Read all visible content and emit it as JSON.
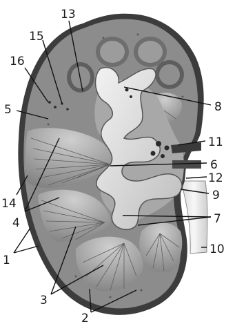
{
  "diagram": {
    "colors": {
      "capsule": "#3a3a3a",
      "cortex": "#8a8a8a",
      "medulla": "#9a9a9a",
      "pelvis": "#d8d8d8",
      "pelvis_edge": "#5a5a5a",
      "ureter": "#e6e6e6",
      "background": "#ffffff",
      "leader": "#111111"
    },
    "labels": [
      {
        "id": "1",
        "text": "1"
      },
      {
        "id": "2",
        "text": "2"
      },
      {
        "id": "3",
        "text": "3"
      },
      {
        "id": "4",
        "text": "4"
      },
      {
        "id": "5",
        "text": "5"
      },
      {
        "id": "6",
        "text": "6"
      },
      {
        "id": "7",
        "text": "7"
      },
      {
        "id": "8",
        "text": "8"
      },
      {
        "id": "9",
        "text": "9"
      },
      {
        "id": "10",
        "text": "10"
      },
      {
        "id": "11",
        "text": "11"
      },
      {
        "id": "12",
        "text": "12"
      },
      {
        "id": "13",
        "text": "13"
      },
      {
        "id": "14",
        "text": "14"
      },
      {
        "id": "15",
        "text": "15"
      },
      {
        "id": "16",
        "text": "16"
      }
    ]
  }
}
